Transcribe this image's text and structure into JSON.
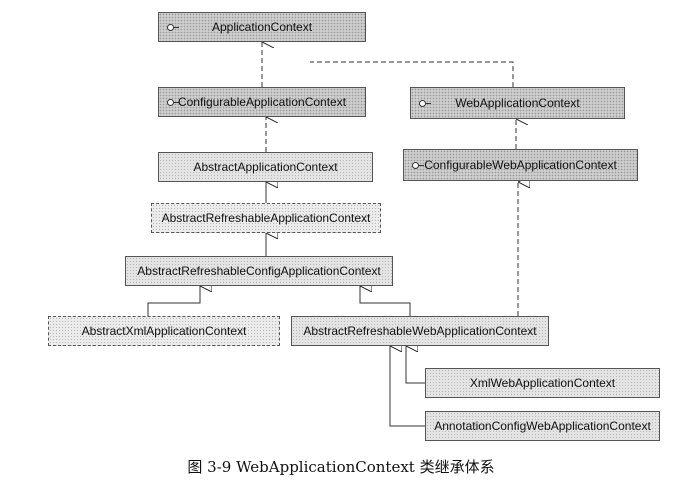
{
  "nodes": {
    "application_context": "ApplicationContext",
    "configurable_application_context": "ConfigurableApplicationContext",
    "web_application_context": "WebApplicationContext",
    "abstract_application_context": "AbstractApplicationContext",
    "configurable_web_application_context": "ConfigurableWebApplicationContext",
    "abstract_refreshable_application_context": "AbstractRefreshableApplicationContext",
    "abstract_refreshable_config_application_context": "AbstractRefreshableConfigApplicationContext",
    "abstract_xml_application_context": "AbstractXmlApplicationContext",
    "abstract_refreshable_web_application_context": "AbstractRefreshableWebApplicationContext",
    "xml_web_application_context": "XmlWebApplicationContext",
    "annotation_config_web_application_context": "AnnotationConfigWebApplicationContext"
  },
  "caption": "图 3-9    WebApplicationContext 类继承体系"
}
